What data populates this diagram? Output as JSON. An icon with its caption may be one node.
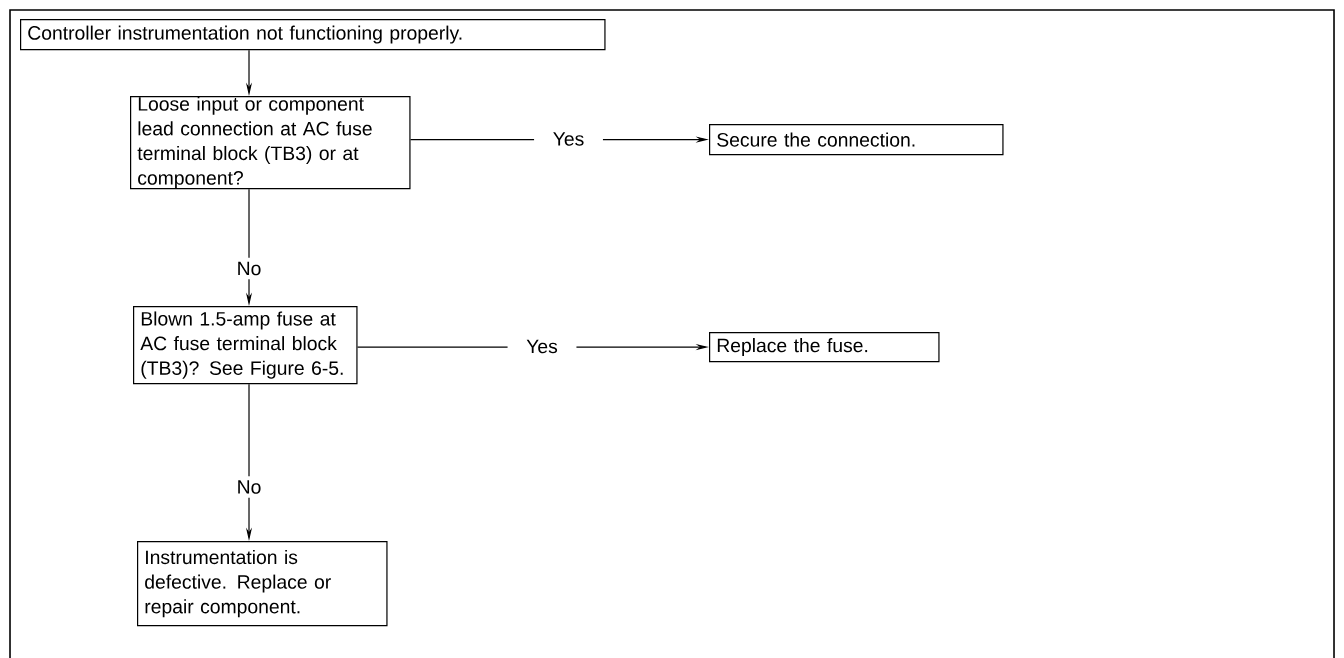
{
  "diagram": {
    "nodes": [
      {
        "text": [
          "Controller instrumentation not functioning properly."
        ]
      },
      {
        "text": [
          "Loose input or component lead connection at AC fuse terminal block (TB3) or at component?"
        ]
      },
      {
        "text": [
          "Secure the connection."
        ]
      },
      {
        "text": [
          "Blown 1.5-amp fuse at AC fuse terminal block (TB3)? See Figure 6-5."
        ]
      },
      {
        "text": [
          "Replace the fuse."
        ]
      },
      {
        "text": [
          "Instrumentation is defective. Replace or repair component."
        ]
      }
    ],
    "edges": [
      {
        "from": 0,
        "to": 1,
        "arrow": "to"
      },
      {
        "from": 1,
        "to": 2,
        "arrow": "to",
        "label": "Yes"
      },
      {
        "from": 1,
        "to": 3,
        "arrow": "to",
        "label": "No"
      },
      {
        "from": 3,
        "to": 4,
        "arrow": "to",
        "label": "Yes"
      },
      {
        "from": 3,
        "to": 5,
        "arrow": "to",
        "label": "No"
      }
    ]
  }
}
